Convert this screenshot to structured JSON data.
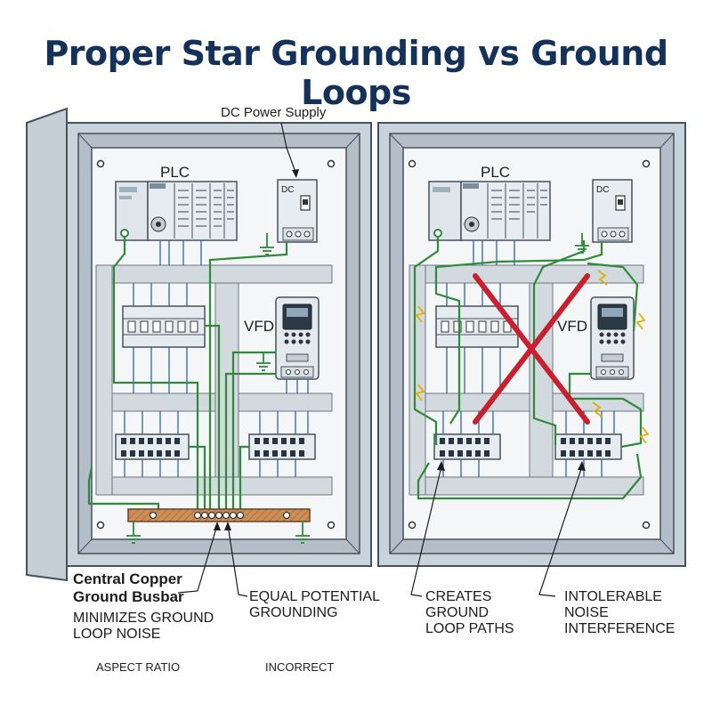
{
  "title": "Proper Star Grounding vs Ground Loops",
  "left_panel": {
    "power_supply_label": "DC Power Supply",
    "plc_label": "PLC",
    "dc_label": "DC",
    "vfd_label": "VFD"
  },
  "right_panel": {
    "plc_label": "PLC",
    "dc_label": "DC",
    "vfd_label": "VFD"
  },
  "callouts": {
    "busbar_line1": "Central Copper",
    "busbar_line2": "Ground Busbar",
    "minimizes_line1": "MINIMIZES GROUND",
    "minimizes_line2": "LOOP NOISE",
    "equal_line1": "EQUAL POTENTIAL",
    "equal_line2": "GROUNDING",
    "creates_line1": "CREATES",
    "creates_line2": "GROUND",
    "creates_line3": "LOOP PATHS",
    "noise_line1": "INTOLERABLE",
    "noise_line2": "NOISE",
    "noise_line3": "INTERFERENCE"
  },
  "footer": {
    "aspect_ratio": "ASPECT RATIO",
    "incorrect": "INCORRECT"
  },
  "colors": {
    "title": "#14315a",
    "cabinet": "#c9d3dc",
    "cabinet_stroke": "#45525e",
    "ground_wire": "#2f8a3a",
    "signal_wire": "#3a6fb0",
    "copper": "#c98b55",
    "cross": "#c8202e",
    "noise": "#e0b000"
  }
}
